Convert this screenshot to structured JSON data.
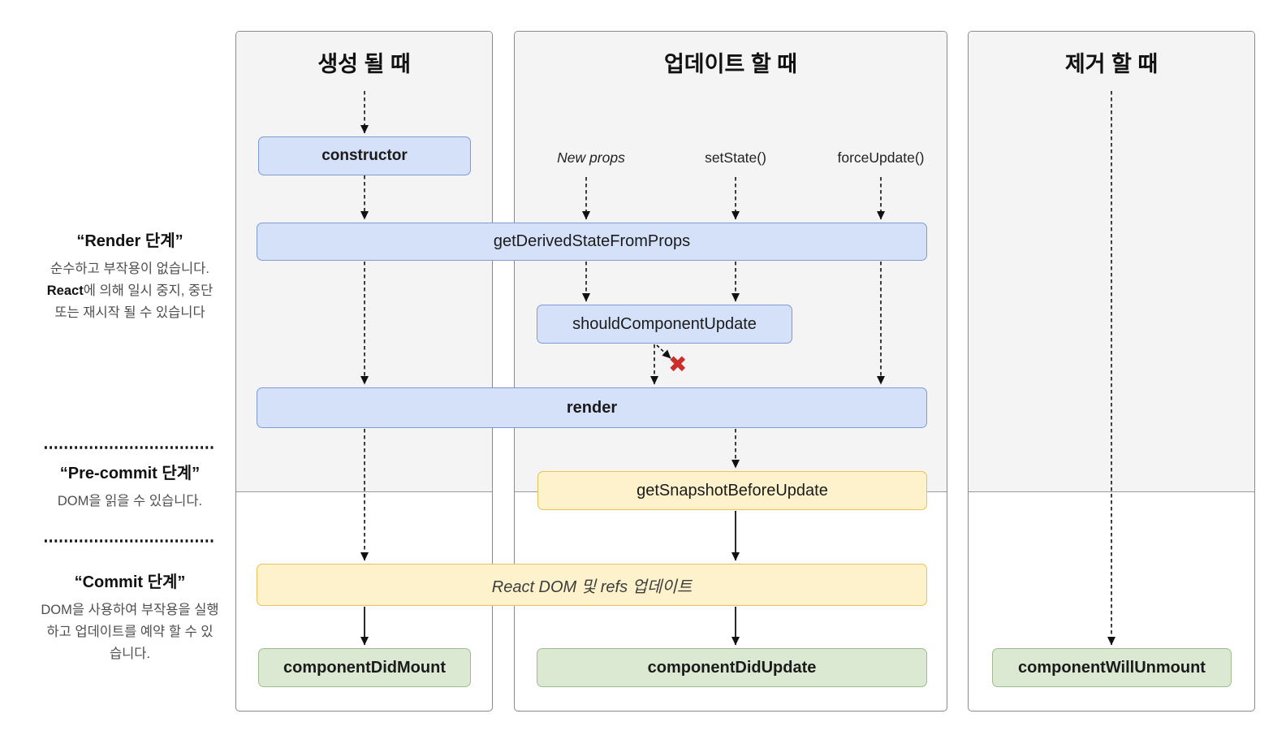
{
  "columns": {
    "mount": {
      "title": "생성 될 때"
    },
    "update": {
      "title": "업데이트 할 때",
      "triggers": {
        "new_props": "New props",
        "set_state": "setState()",
        "force_update": "forceUpdate()"
      }
    },
    "unmount": {
      "title": "제거 할 때"
    }
  },
  "phases": {
    "render": {
      "title": "“Render 단계”",
      "desc_before": "순수하고 부작용이 없습니다. ",
      "desc_bold": "React",
      "desc_after": "에 의해 일시 중지, 중단 또는 재시작 될 수 있습니다"
    },
    "precommit": {
      "title": "“Pre-commit 단계”",
      "desc": "DOM을 읽을 수 있습니다."
    },
    "commit": {
      "title": "“Commit 단계”",
      "desc": "DOM을 사용하여 부작용을 실행하고 업데이트를 예약 할 수 있습니다."
    }
  },
  "nodes": {
    "ctor": "constructor",
    "get_derived_state_from_props": "getDerivedStateFromProps",
    "should_component_update": "shouldComponentUpdate",
    "render": "render",
    "get_snapshot_before_update": "getSnapshotBeforeUpdate",
    "react_dom_update": "React DOM 및 refs 업데이트",
    "component_did_mount": "componentDidMount",
    "component_did_update": "componentDidUpdate",
    "component_will_unmount": "componentWillUnmount"
  },
  "icons": {
    "skip_x": "✖"
  },
  "colors": {
    "panel_shade": "#f4f4f4",
    "blue_fill": "#d4e1f8",
    "blue_border": "#7f9bd1",
    "yellow_fill": "#fdf2cc",
    "yellow_border": "#e9c157",
    "green_fill": "#dbe9d3",
    "green_border": "#9dbc8f",
    "red_x": "#cc2f2a"
  }
}
